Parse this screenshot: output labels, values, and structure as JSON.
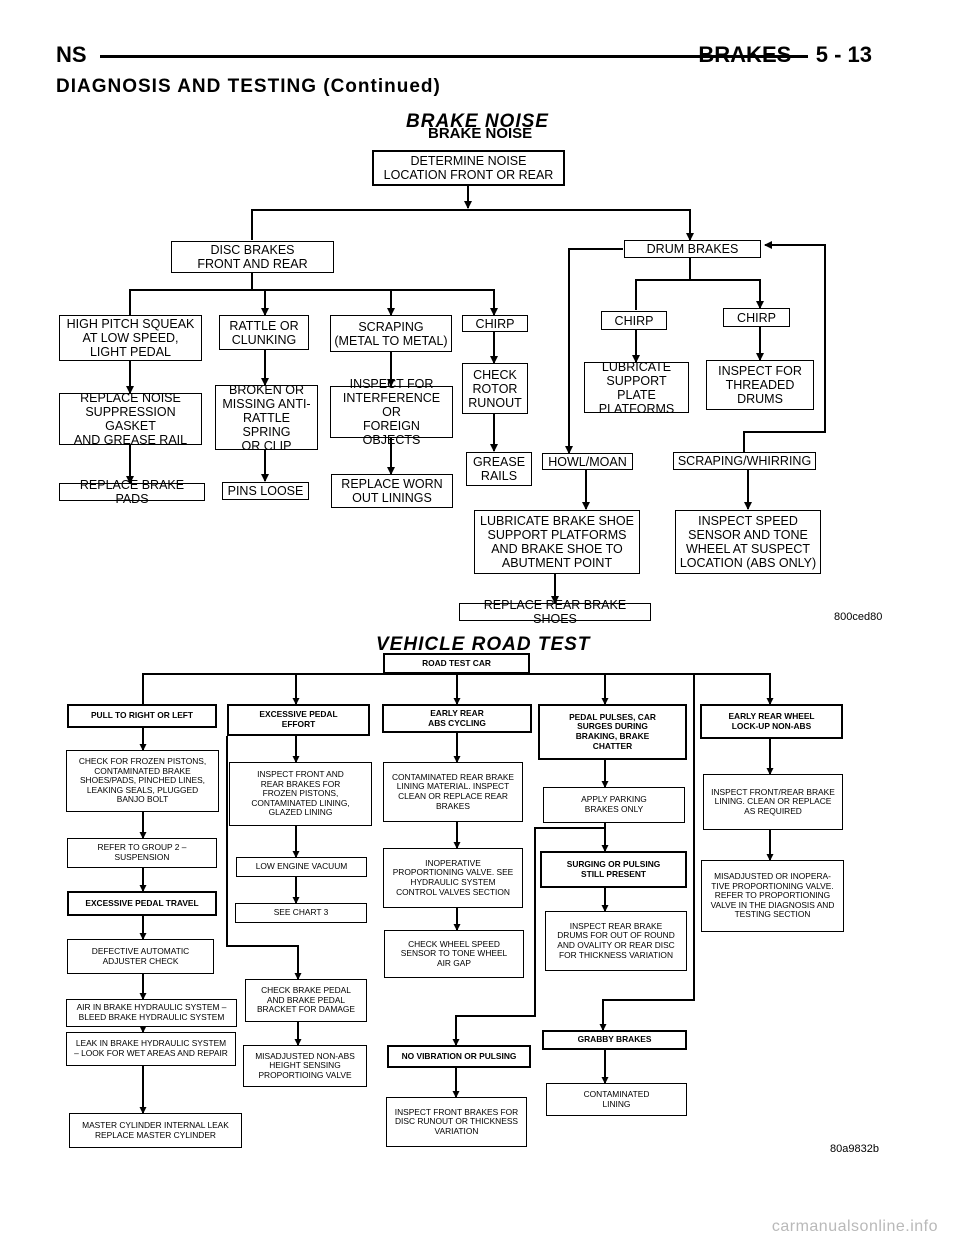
{
  "header": {
    "left": "NS",
    "right": "BRAKES    5 - 13",
    "section": "DIAGNOSIS AND TESTING (Continued)"
  },
  "brake_noise": {
    "title": "BRAKE NOISE",
    "subtitle": "BRAKE NOISE",
    "fig_id": "800ced80",
    "nodes": {
      "determine": "DETERMINE NOISE\nLOCATION FRONT OR REAR",
      "disc": "DISC BRAKES\nFRONT AND REAR",
      "drum": "DRUM BRAKES",
      "squeak": "HIGH PITCH SQUEAK\nAT LOW SPEED,\nLIGHT PEDAL",
      "rattle": "RATTLE OR\nCLUNKING",
      "scraping": "SCRAPING\n(METAL TO METAL)",
      "chirp1": "CHIRP",
      "chirp2": "CHIRP",
      "chirp3": "CHIRP",
      "gasket": "REPLACE NOISE\nSUPPRESSION GASKET\nAND GREASE RAIL",
      "broken": "BROKEN OR\nMISSING ANTI-\nRATTLE SPRING\nOR CLIP",
      "interference": "INSPECT FOR\nINTERFERENCE OR\nFOREIGN OBJECTS",
      "runout": "CHECK\nROTOR\nRUNOUT",
      "lubricate_plate": "LUBRICATE\nSUPPORT PLATE\nPLATFORMS",
      "threaded": "INSPECT FOR\nTHREADED\nDRUMS",
      "grease": "GREASE\nRAILS",
      "howl": "HOWL/MOAN",
      "whirring": "SCRAPING/WHIRRING",
      "pads": "REPLACE BRAKE PADS",
      "pins": "PINS LOOSE",
      "worn": "REPLACE WORN\nOUT LININGS",
      "lubricate_shoe": "LUBRICATE BRAKE SHOE\nSUPPORT PLATFORMS\nAND BRAKE SHOE TO\nABUTMENT POINT",
      "speed_sensor": "INSPECT SPEED\nSENSOR AND TONE\nWHEEL AT SUSPECT\nLOCATION (ABS ONLY)",
      "rear_shoes": "REPLACE REAR BRAKE SHOES"
    }
  },
  "road_test": {
    "title": "VEHICLE ROAD TEST",
    "fig_id": "80a9832b",
    "nodes": {
      "road_test_car": "ROAD TEST CAR",
      "pull": "PULL TO RIGHT OR LEFT",
      "excessive_effort": "EXCESSIVE PEDAL\nEFFORT",
      "early_rear": "EARLY REAR\nABS CYCLING",
      "pedal_pulses": "PEDAL PULSES, CAR\nSURGES DURING\nBRAKING, BRAKE\nCHATTER",
      "early_lockup": "EARLY REAR WHEEL\nLOCK-UP NON-ABS",
      "frozen_pistons": "CHECK FOR FROZEN PISTONS,\nCONTAMINATED BRAKE\nSHOES/PADS, PINCHED LINES,\nLEAKING SEALS, PLUGGED\nBANJO BOLT",
      "inspect_front_rear": "INSPECT FRONT AND\nREAR  BRAKES FOR\nFROZEN PISTONS,\nCONTAMINATED LINING,\nGLAZED LINING",
      "contaminated_rear": "CONTAMINATED REAR BRAKE\nLINING MATERIAL. INSPECT\nCLEAN OR REPLACE REAR\nBRAKES",
      "apply_parking": "APPLY PARKING\nBRAKES ONLY",
      "inspect_lining": "INSPECT FRONT/REAR BRAKE\nLINING. CLEAN OR REPLACE\nAS REQUIRED",
      "group2": "REFER TO GROUP 2 –\nSUSPENSION",
      "low_vacuum": "LOW ENGINE VACUUM",
      "inoperative": "INOPERATIVE\nPROPORTIONING VALVE. SEE\nHYDRAULIC SYSTEM\nCONTROL VALVES SECTION",
      "surging": "SURGING OR PULSING\nSTILL PRESENT",
      "misadjusted_valve": "MISADJUSTED OR INOPERA-\nTIVE PROPORTIONING VALVE.\nREFER TO PROPORTIONING\nVALVE IN THE DIAGNOSIS AND\nTESTING SECTION",
      "excessive_travel": "EXCESSIVE PEDAL TRAVEL",
      "chart3": "SEE CHART 3",
      "wheel_speed": "CHECK WHEEL SPEED\nSENSOR TO TONE WHEEL\nAIR GAP",
      "inspect_drums": "INSPECT REAR BRAKE\nDRUMS FOR OUT OF ROUND\nAND OVALITY OR REAR DISC\nFOR THICKNESS VARIATION",
      "adjuster": "DEFECTIVE AUTOMATIC\nADJUSTER CHECK",
      "check_pedal": "CHECK BRAKE PEDAL\nAND BRAKE PEDAL\nBRACKET FOR DAMAGE",
      "air": "AIR IN BRAKE HYDRAULIC SYSTEM –\nBLEED BRAKE HYDRAULIC SYSTEM",
      "grabby": "GRABBY BRAKES",
      "no_vibration": "NO VIBRATION OR PULSING",
      "leak": "LEAK IN BRAKE HYDRAULIC SYSTEM\n– LOOK FOR WET AREAS AND REPAIR",
      "misadjusted_nonabs": "MISADJUSTED NON-ABS\nHEIGHT SENSING\nPROPORTIOING VALVE",
      "contaminated_lining": "CONTAMINATED\nLINING",
      "inspect_front_disc": "INSPECT FRONT BRAKES FOR\nDISC RUNOUT OR THICKNESS\nVARIATION",
      "master_cylinder": "MASTER CYLINDER INTERNAL LEAK\nREPLACE MASTER CYLINDER"
    }
  },
  "watermark": "carmanualsonline.info"
}
